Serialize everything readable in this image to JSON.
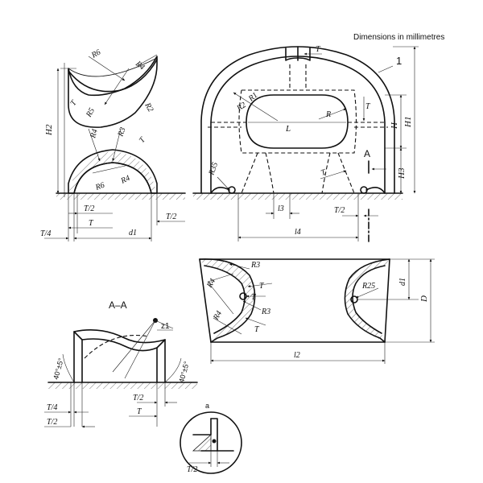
{
  "header": {
    "note": "Dimensions in millimetres"
  },
  "callouts": {
    "item": "1",
    "section_mark": "A",
    "section_title": "A–A",
    "detail_mark": "a"
  },
  "side_view": {
    "radii": [
      "R6",
      "R4",
      "T",
      "R5",
      "R2",
      "R4",
      "R3",
      "T",
      "R6",
      "R4"
    ],
    "height": "H2",
    "bottom": {
      "t_half": "T/2",
      "t": "T",
      "t_quarter": "T/4",
      "d1": "d1",
      "t_half_right": "T/2"
    }
  },
  "front_view": {
    "t_top": "T",
    "r1": "R1",
    "r2": "R2",
    "l": "L",
    "r": "R",
    "t_mid": "T",
    "h": "H",
    "h1": "H1",
    "h3": "H3",
    "t_low": "T",
    "r35": "R35",
    "l3": "l3",
    "t_half": "T/2",
    "l4": "l4"
  },
  "plan_view": {
    "r3_top": "R3",
    "r4_left": "R4",
    "t_1": "T",
    "t_2": "T",
    "r3_mid": "R3",
    "r4_bottom": "R4",
    "t_3": "T",
    "r25": "R25",
    "d1": "d1",
    "d": "D",
    "l2": "l2"
  },
  "section_view": {
    "weld": "z1",
    "angle_left": "40°±5°",
    "angle_right": "40°±5°",
    "t_half": "T/2",
    "t": "T",
    "t_quarter": "T/4",
    "t_half_left": "T/2"
  },
  "detail_view": {
    "t_half": "T/2"
  }
}
